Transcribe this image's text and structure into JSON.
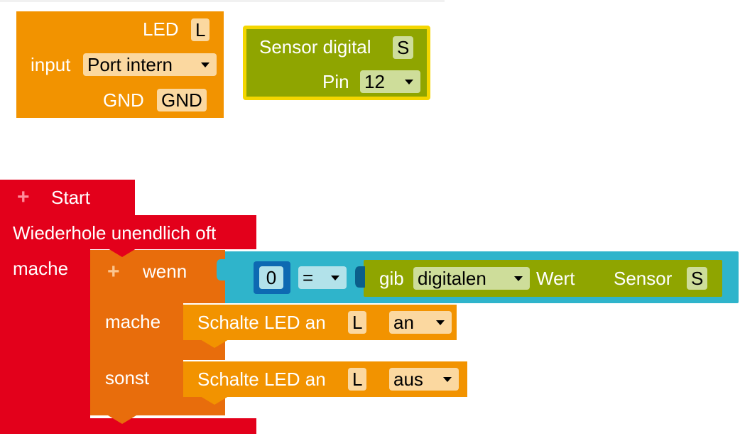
{
  "colors": {
    "led_block": "#f29300",
    "led_field": "#fbd8a0",
    "sensor_block": "#8fa500",
    "sensor_field": "#cedd9a",
    "sensor_outline": "#f4d600",
    "start_block": "#e3001b",
    "if_block": "#e86d0c",
    "compare_block": "#2fb4cb",
    "compare_field": "#b2e2ea",
    "number_block": "#0d69b2",
    "action_block": "#f29300"
  },
  "led_block": {
    "name_label": "LED",
    "name_value": "L",
    "input_label": "input",
    "input_value": "Port intern",
    "gnd_label": "GND",
    "gnd_value": "GND"
  },
  "sensor_block": {
    "title": "Sensor digital",
    "name_value": "S",
    "pin_label": "Pin",
    "pin_value": "12"
  },
  "start_block": {
    "plus_icon": "+",
    "label": "Start"
  },
  "loop_block": {
    "title": "Wiederhole unendlich oft",
    "do_label": "mache"
  },
  "if_block": {
    "plus_icon": "+",
    "label": "wenn",
    "then_label": "mache",
    "else_label": "sonst"
  },
  "compare_block": {
    "left_value": "0",
    "operator": "="
  },
  "read_block": {
    "label": "gib",
    "mode": "digitalen",
    "value_label": "Wert",
    "sensor_label": "Sensor",
    "sensor_value": "S"
  },
  "action_on": {
    "label": "Schalte LED an",
    "led_value": "L",
    "state": "an"
  },
  "action_off": {
    "label": "Schalte LED an",
    "led_value": "L",
    "state": "aus"
  }
}
